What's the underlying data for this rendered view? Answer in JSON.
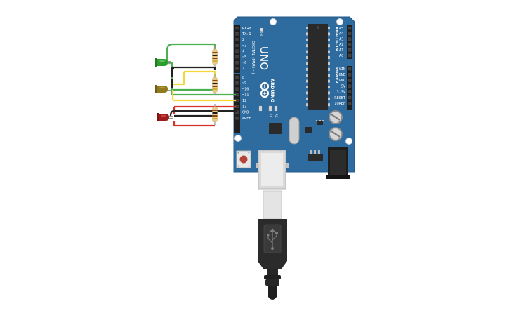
{
  "board": {
    "brand": "ARDUINO",
    "model": "UNO",
    "on_label": "ON",
    "analog_label": "ANALOG IN",
    "power_label": "POWER",
    "digital_label": "DIGITAL (PWM ~)",
    "led_labels": [
      "L",
      "TX",
      "RX"
    ],
    "digital_pins": [
      "RX◂0",
      "TX▸1",
      "2",
      "~3",
      "4",
      "~5",
      "~6",
      "7",
      "8",
      "~9",
      "~10",
      "~11",
      "12",
      "13",
      "GND",
      "AREF"
    ],
    "analog_pins": [
      "A5",
      "A4",
      "A3",
      "A2",
      "A1",
      "A0"
    ],
    "power_pins": [
      "VIN",
      "GND",
      "GND",
      "5V",
      "3.3V",
      "RESET",
      "IOREF"
    ]
  },
  "colors": {
    "board": "#2e6b9e",
    "board_edge": "#245a87",
    "header": "#1e1e1e",
    "chip": "#2a2a2a",
    "wire_green": "#4caf50",
    "wire_yellow": "#f2d63a",
    "wire_red": "#d9312b",
    "wire_black": "#222222",
    "led_green": "#2e9b2e",
    "led_yellow": "#8f7a1e",
    "led_red": "#a01c1c",
    "resistor_body": "#e7c98a",
    "usb_plug": "#2b2b2b",
    "usb_port": "#cfcfcf"
  },
  "icons": {
    "usb": "usb-symbol-icon",
    "logo": "infinity-logo-icon"
  }
}
